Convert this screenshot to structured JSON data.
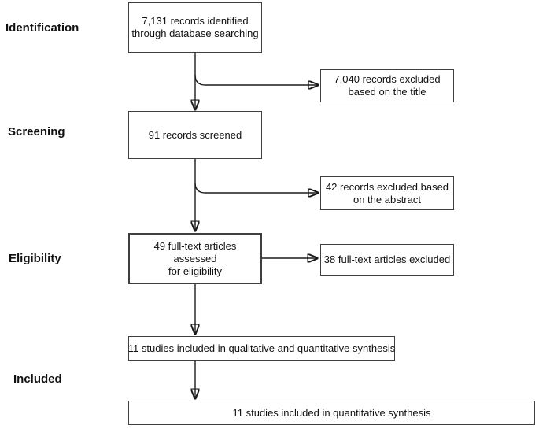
{
  "figure": {
    "type": "prisma-flow-diagram",
    "stage_labels": [
      {
        "label": "Identification"
      },
      {
        "label": "Screening"
      },
      {
        "label": "Eligibility"
      },
      {
        "label": "Included"
      }
    ],
    "flow_boxes": [
      {
        "text": "7,131 records identified\nthrough database searching"
      },
      {
        "text": "91 records screened"
      },
      {
        "text": "49 full-text articles assessed\nfor eligibility"
      },
      {
        "text": "11 studies included in qualitative and quantitative synthesis"
      },
      {
        "text": "11 studies included in quantitative synthesis"
      }
    ],
    "excluded_boxes": [
      {
        "text": "7,040 records excluded\nbased on the title"
      },
      {
        "text": "42 records excluded based\non the abstract"
      },
      {
        "text": "38 full-text articles excluded"
      }
    ],
    "colors": {
      "background": "#ffffff",
      "box_fill": "#ffffff",
      "box_border": "#3f3f3f",
      "arrow_line": "#1a1a1a",
      "text": "#111111"
    }
  }
}
